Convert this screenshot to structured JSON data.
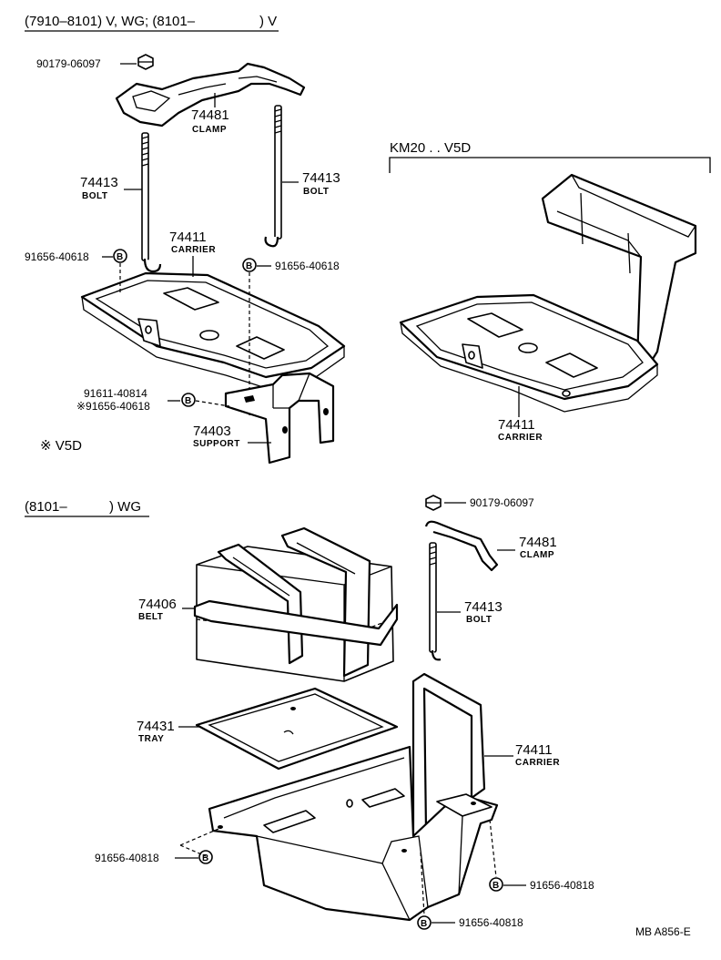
{
  "section1": {
    "header_left": "(7910–8101) V, WG; (8101–",
    "header_right": ") V",
    "note": "※ V5D",
    "parts": [
      {
        "number": "90179-06097"
      },
      {
        "number": "74481",
        "name": "CLAMP"
      },
      {
        "number": "74413",
        "name": "BOLT"
      },
      {
        "number": "74413",
        "name": "BOLT"
      },
      {
        "number": "74411",
        "name": "CARRIER"
      },
      {
        "number": "91656-40618",
        "marker": "B"
      },
      {
        "number": "91656-40618",
        "marker": "B"
      },
      {
        "number": "91611-40814"
      },
      {
        "number": "※91656-40618",
        "marker": "B"
      },
      {
        "number": "74403",
        "name": "SUPPORT"
      }
    ]
  },
  "section2": {
    "header": "KM20 . . V5D",
    "parts": [
      {
        "number": "74411",
        "name": "CARRIER"
      }
    ]
  },
  "section3": {
    "header_left": "(8101–",
    "header_right": ") WG",
    "parts": [
      {
        "number": "90179-06097"
      },
      {
        "number": "74481",
        "name": "CLAMP"
      },
      {
        "number": "74406",
        "name": "BELT"
      },
      {
        "number": "74413",
        "name": "BOLT"
      },
      {
        "number": "74431",
        "name": "TRAY"
      },
      {
        "number": "74411",
        "name": "CARRIER"
      },
      {
        "number": "91656-40818",
        "marker": "B"
      },
      {
        "number": "91656-40818",
        "marker": "B"
      },
      {
        "number": "91656-40818",
        "marker": "B"
      }
    ]
  },
  "footer": {
    "code": "MB  A856-E"
  }
}
